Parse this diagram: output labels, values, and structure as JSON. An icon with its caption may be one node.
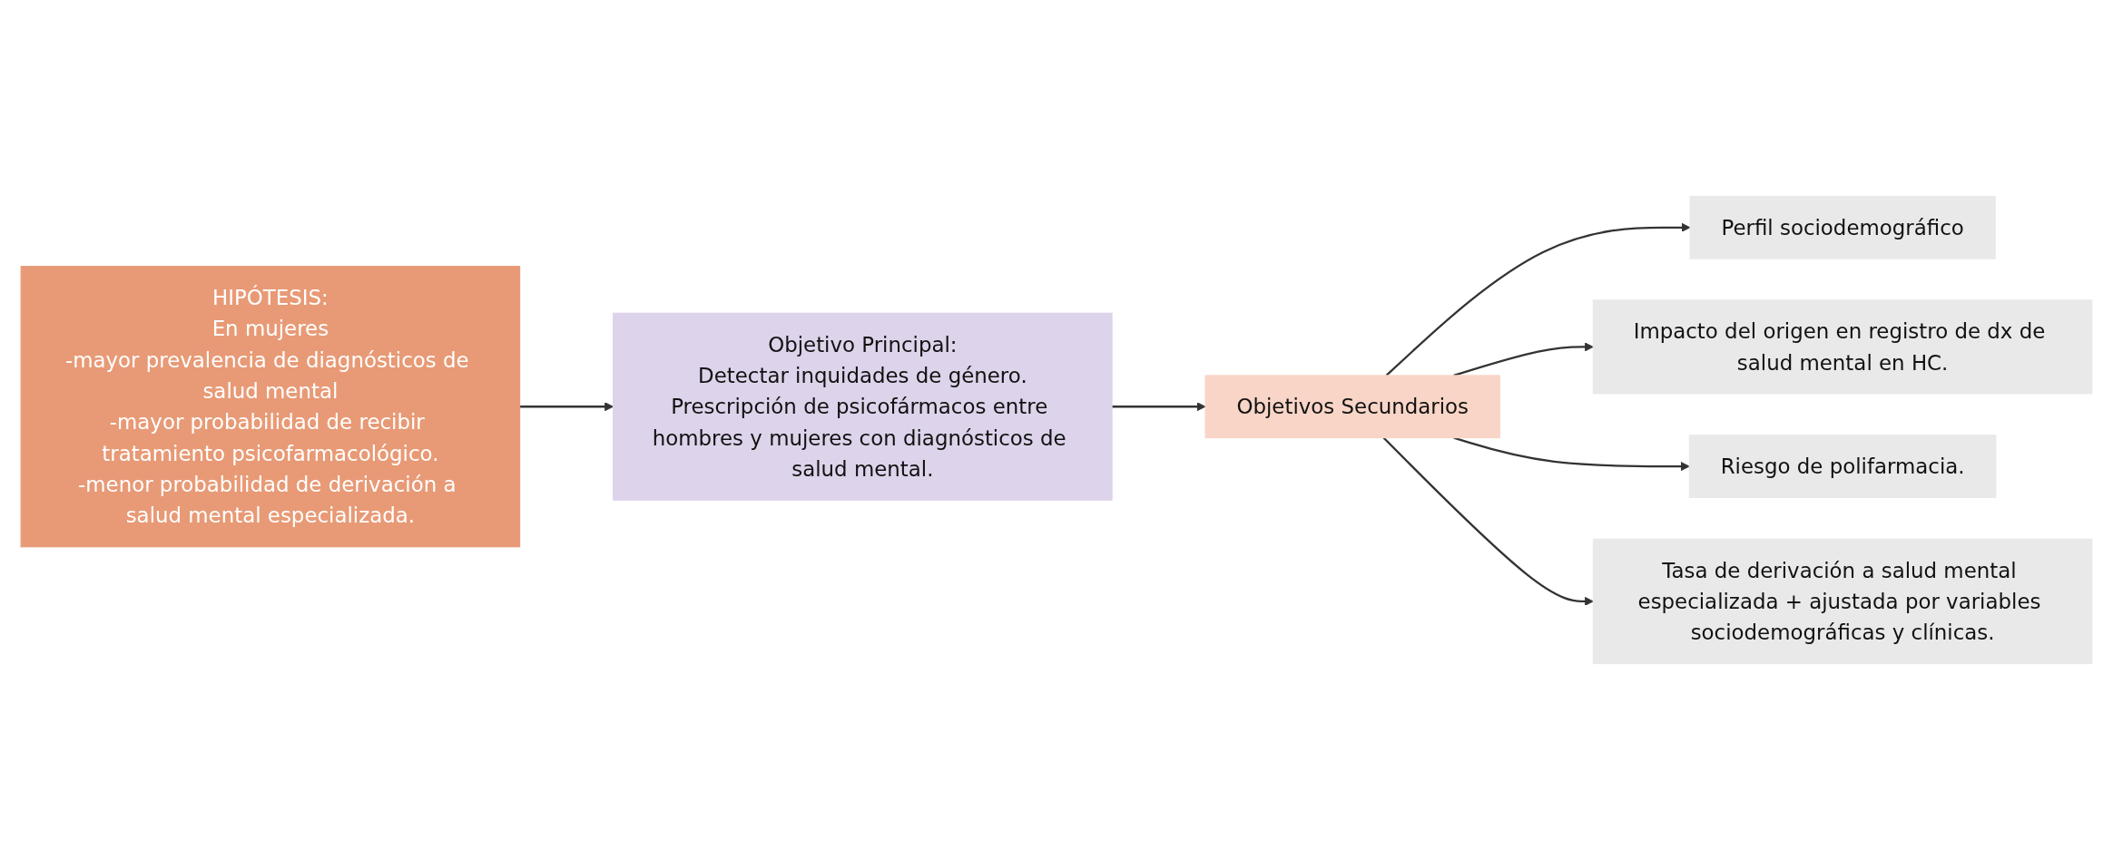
{
  "diagram": {
    "nodes": [
      {
        "text": [
          "HIPÓTESIS:",
          "En mujeres",
          "-mayor prevalencia de diagnósticos de salud mental",
          "-mayor probabilidad de recibir tratamiento psicofarmacológico.",
          "-menor probabilidad de derivación a salud mental especializada."
        ]
      },
      {
        "text": [
          "Objetivo Principal:",
          "Detectar inquidades de género.",
          "Prescripción de psicofármacos entre hombres y mujeres con diagnósticos de salud mental."
        ]
      },
      {
        "text": [
          "Objetivos Secundarios"
        ]
      },
      {
        "text": [
          "Perfil sociodemográfico"
        ]
      },
      {
        "text": [
          "Impacto del origen en registro de dx de salud mental en HC."
        ]
      },
      {
        "text": [
          "Riesgo de polifarmacia."
        ]
      },
      {
        "text": [
          "Tasa de derivación a salud mental especializada + ajustada por variables sociodemográficas y clínicas."
        ]
      }
    ],
    "edges": [
      {
        "from": 0,
        "to": 1,
        "arrow": "to"
      },
      {
        "from": 1,
        "to": 2,
        "arrow": "to"
      },
      {
        "from": 2,
        "to": 3,
        "arrow": "to"
      },
      {
        "from": 2,
        "to": 4,
        "arrow": "to"
      },
      {
        "from": 2,
        "to": 5,
        "arrow": "to"
      },
      {
        "from": 2,
        "to": 6,
        "arrow": "to"
      }
    ]
  }
}
